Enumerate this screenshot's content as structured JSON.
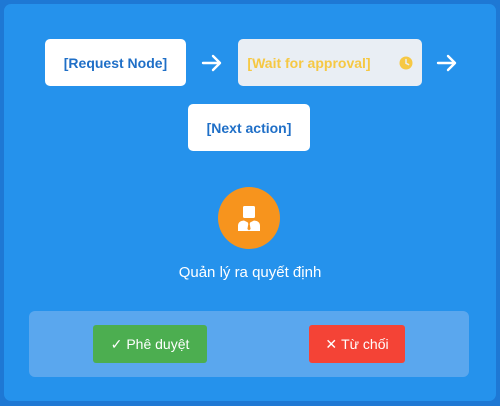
{
  "colors": {
    "background": "#2592ec",
    "node_text": "#1f6fc7",
    "pending_text": "#f6c843",
    "avatar": "#f7941d",
    "approve": "#4cae50",
    "reject": "#f44336"
  },
  "flow": {
    "nodes": [
      {
        "label": "[Request Node]"
      },
      {
        "label": "[Wait for approval]",
        "icon": "clock-icon"
      },
      {
        "label": "[Next action]"
      }
    ],
    "connectors": [
      "arrow-right-icon",
      "arrow-right-icon"
    ]
  },
  "decision": {
    "avatar_icon": "user-tie-icon",
    "label": "Quản lý ra quyết định"
  },
  "actions": {
    "approve": {
      "label": "Phê duyệt",
      "icon": "check-icon"
    },
    "reject": {
      "label": "Từ chối",
      "icon": "times-icon"
    }
  }
}
